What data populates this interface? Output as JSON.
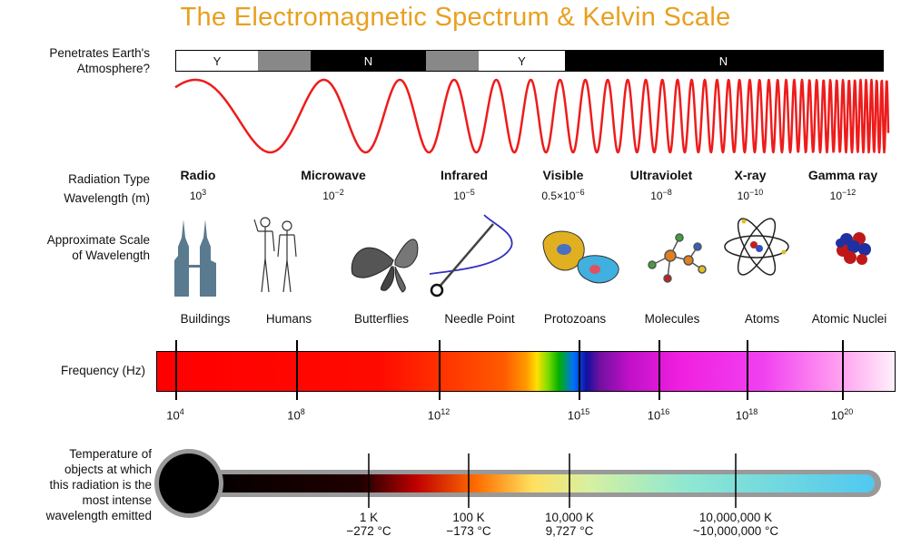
{
  "title": "The Electromagnetic Spectrum & Kelvin Scale",
  "row_labels": {
    "atmosphere_1": "Penetrates Earth's",
    "atmosphere_2": "Atmosphere?",
    "radiation_type": "Radiation Type",
    "wavelength": "Wavelength (m)",
    "scale_1": "Approximate Scale",
    "scale_2": "of Wavelength",
    "frequency": "Frequency (Hz)",
    "temp_1": "Temperature of",
    "temp_2": "objects at which",
    "temp_3": "this radiation is the",
    "temp_4": "most intense",
    "temp_5": "wavelength emitted"
  },
  "atmosphere": {
    "y1": "Y",
    "n1": "N",
    "y2": "Y",
    "n2": "N",
    "colors": {
      "yes": "#ffffff",
      "partial": "#888888",
      "no": "#000000"
    }
  },
  "wave_color": "#ee1c1c",
  "radiation": [
    {
      "name": "Radio",
      "wavelength_base": "10",
      "wavelength_exp": "3"
    },
    {
      "name": "Microwave",
      "wavelength_base": "10",
      "wavelength_exp": "−2"
    },
    {
      "name": "Infrared",
      "wavelength_base": "10",
      "wavelength_exp": "−5"
    },
    {
      "name": "Visible",
      "wavelength_base": "0.5×10",
      "wavelength_exp": "−6"
    },
    {
      "name": "Ultraviolet",
      "wavelength_base": "10",
      "wavelength_exp": "−8"
    },
    {
      "name": "X-ray",
      "wavelength_base": "10",
      "wavelength_exp": "−10"
    },
    {
      "name": "Gamma ray",
      "wavelength_base": "10",
      "wavelength_exp": "−12"
    }
  ],
  "scales": [
    {
      "label": "Buildings",
      "icon": "buildings-icon"
    },
    {
      "label": "Humans",
      "icon": "humans-icon"
    },
    {
      "label": "Butterflies",
      "icon": "butterfly-icon"
    },
    {
      "label": "Needle Point",
      "icon": "needle-icon"
    },
    {
      "label": "Protozoans",
      "icon": "protozoan-icon"
    },
    {
      "label": "Molecules",
      "icon": "molecule-icon"
    },
    {
      "label": "Atoms",
      "icon": "atom-icon"
    },
    {
      "label": "Atomic Nuclei",
      "icon": "nucleus-icon"
    }
  ],
  "frequency_ticks": [
    {
      "base": "10",
      "exp": "4"
    },
    {
      "base": "10",
      "exp": "8"
    },
    {
      "base": "10",
      "exp": "12"
    },
    {
      "base": "10",
      "exp": "15"
    },
    {
      "base": "10",
      "exp": "16"
    },
    {
      "base": "10",
      "exp": "18"
    },
    {
      "base": "10",
      "exp": "20"
    }
  ],
  "temperatures": [
    {
      "kelvin": "1 K",
      "celsius": "−272 °C"
    },
    {
      "kelvin": "100 K",
      "celsius": "−173 °C"
    },
    {
      "kelvin": "10,000 K",
      "celsius": "9,727 °C"
    },
    {
      "kelvin": "10,000,000 K",
      "celsius": "~10,000,000 °C"
    }
  ]
}
